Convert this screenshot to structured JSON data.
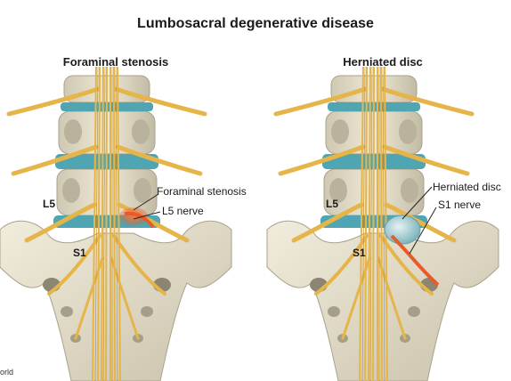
{
  "title": "Lumbosacral degenerative disease",
  "panels": [
    {
      "title": "Foraminal stenosis",
      "labels": {
        "vertebra": "L5",
        "sacrum": "S1",
        "pathology": "Foraminal stenosis",
        "nerve": "L5 nerve"
      }
    },
    {
      "title": "Herniated disc",
      "labels": {
        "vertebra": "L5",
        "sacrum": "S1",
        "pathology": "Herniated disc",
        "nerve": "S1 nerve"
      }
    }
  ],
  "credit": "orld",
  "colors": {
    "bone": "#e4ddc8",
    "bone_shadow": "#b9b29d",
    "disc": "#4fa6b2",
    "nerve": "#e6b54a",
    "nerve_dark": "#b98a2a",
    "inflamed": "#e85a2a",
    "herniation": "#a9d1d6"
  }
}
